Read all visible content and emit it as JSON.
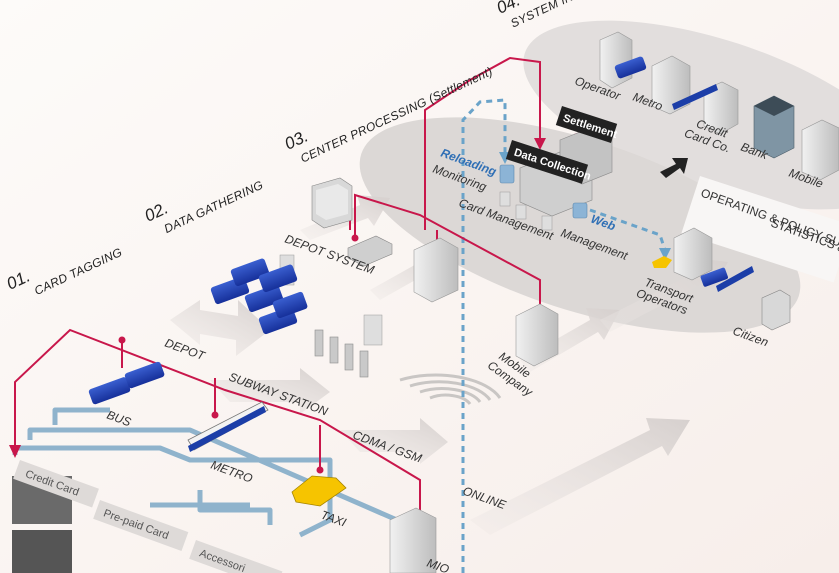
{
  "stages": [
    {
      "number": "01.",
      "title": "CARD TAGGING"
    },
    {
      "number": "02.",
      "title": "DATA GATHERING"
    },
    {
      "number": "03.",
      "title": "CENTER PROCESSING (Settlement)"
    },
    {
      "number": "04.",
      "title": "SYSTEM IN"
    }
  ],
  "card_types": [
    "Credit Card",
    "Pre-paid Card",
    "Accessori"
  ],
  "vehicles": {
    "bus": "BUS",
    "metro": "METRO",
    "taxi": "TAXI",
    "mio": "MIO"
  },
  "gathering": {
    "depot": "DEPOT",
    "subway": "SUBWAY STATION",
    "cdma": "CDMA / GSM",
    "online": "ONLINE",
    "depot_system": "DEPOT SYSTEM",
    "mobile_company": "Mobile Company"
  },
  "center": {
    "reloading": "Reloading",
    "monitoring": "Monitoring",
    "card_management": "Card Management",
    "management": "Management",
    "web": "Web",
    "data_collection": "Data Collection",
    "settlement": "Settlement",
    "transport_operators": "Transport Operators",
    "citizen": "Citizen"
  },
  "system": {
    "operator": "Operator",
    "metro": "Metro",
    "credit_card_co": "Credit Card Co.",
    "bank": "Bank",
    "mobile": "Mobile",
    "support_line1": "OPERATING & POLICY SUPPORT S",
    "support_line2": "STATISTICS & REP"
  },
  "colors": {
    "accent_red": "#c8174b",
    "line_blue": "#8fb3cc",
    "dash_blue": "#6aa3c9",
    "platform_gray": "#d9d5d3"
  }
}
